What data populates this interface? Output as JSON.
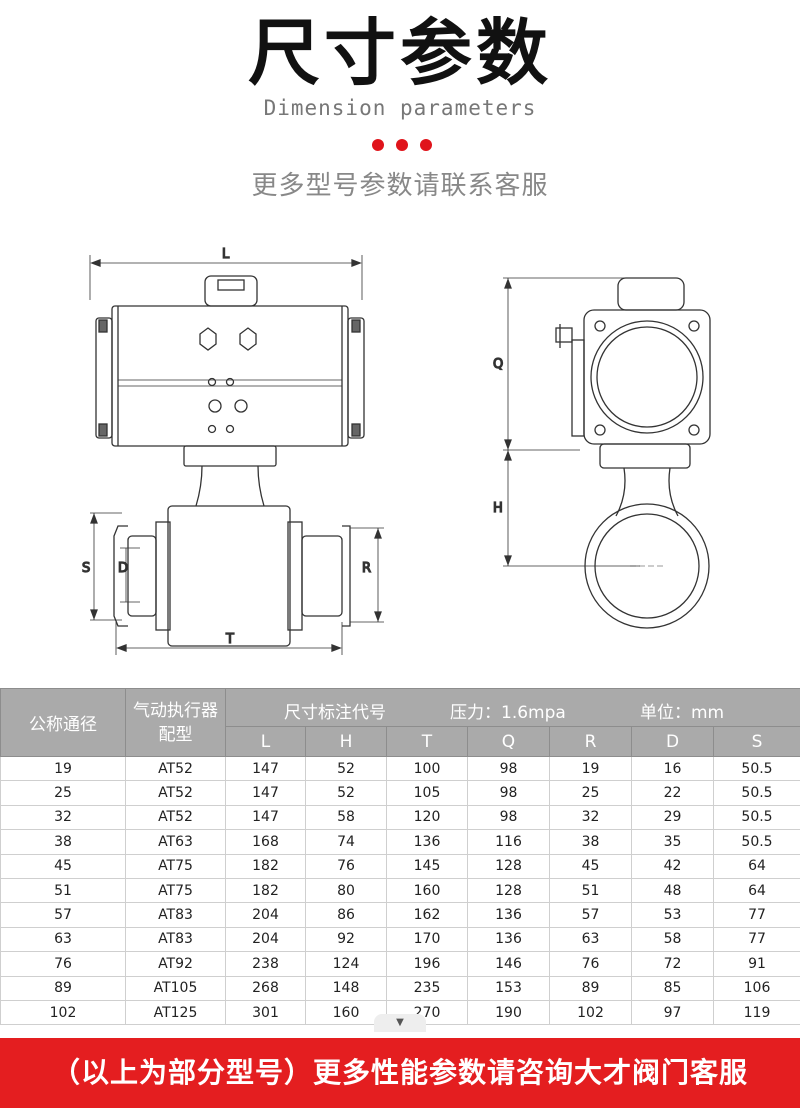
{
  "header": {
    "title": "尺寸参数",
    "subtitle": "Dimension parameters",
    "tagline": "更多型号参数请联系客服",
    "accent_color": "#e0141b"
  },
  "drawing": {
    "front_labels": {
      "L": "L",
      "S": "S",
      "D": "D",
      "R": "R",
      "T": "T"
    },
    "side_labels": {
      "Q": "Q",
      "H": "H"
    }
  },
  "table": {
    "col_nominal": "公称通径",
    "col_actuator": "气动执行器配型",
    "banner_dims": "尺寸标注代号",
    "banner_pressure": "压力：1.6mpa",
    "banner_unit": "单位：mm",
    "dim_cols": [
      "L",
      "H",
      "T",
      "Q",
      "R",
      "D",
      "S"
    ],
    "rows": [
      [
        "19",
        "AT52",
        "147",
        "52",
        "100",
        "98",
        "19",
        "16",
        "50.5"
      ],
      [
        "25",
        "AT52",
        "147",
        "52",
        "105",
        "98",
        "25",
        "22",
        "50.5"
      ],
      [
        "32",
        "AT52",
        "147",
        "58",
        "120",
        "98",
        "32",
        "29",
        "50.5"
      ],
      [
        "38",
        "AT63",
        "168",
        "74",
        "136",
        "116",
        "38",
        "35",
        "50.5"
      ],
      [
        "45",
        "AT75",
        "182",
        "76",
        "145",
        "128",
        "45",
        "42",
        "64"
      ],
      [
        "51",
        "AT75",
        "182",
        "80",
        "160",
        "128",
        "51",
        "48",
        "64"
      ],
      [
        "57",
        "AT83",
        "204",
        "86",
        "162",
        "136",
        "57",
        "53",
        "77"
      ],
      [
        "63",
        "AT83",
        "204",
        "92",
        "170",
        "136",
        "63",
        "58",
        "77"
      ],
      [
        "76",
        "AT92",
        "238",
        "124",
        "196",
        "146",
        "76",
        "72",
        "91"
      ],
      [
        "89",
        "AT105",
        "268",
        "148",
        "235",
        "153",
        "89",
        "85",
        "106"
      ],
      [
        "102",
        "AT125",
        "301",
        "160",
        "270",
        "190",
        "102",
        "97",
        "119"
      ]
    ],
    "header_bg": "#aaaaaa"
  },
  "scroll_indicator": "▼",
  "footer": {
    "text": "（以上为部分型号）更多性能参数请咨询大才阀门客服",
    "bg": "#e41e20"
  }
}
